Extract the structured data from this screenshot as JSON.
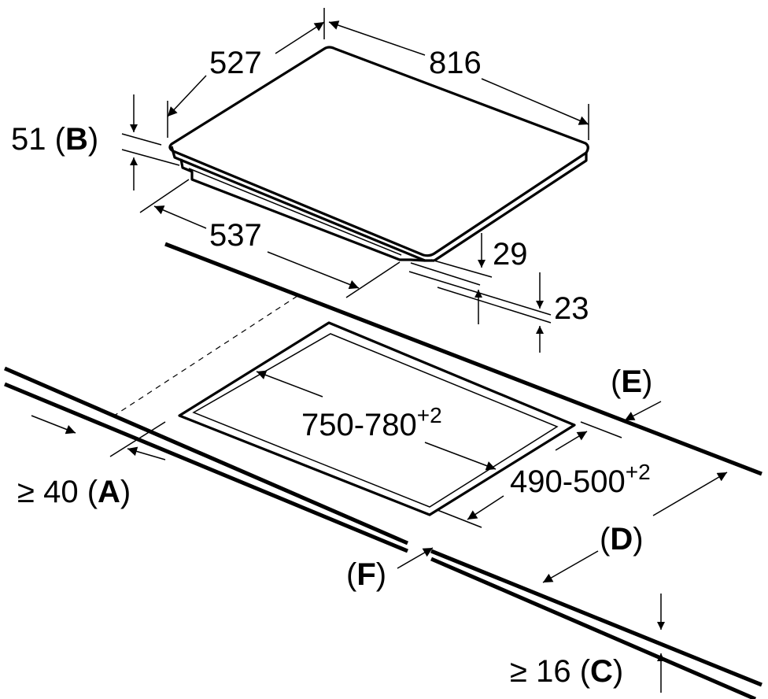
{
  "dimensions": {
    "hob_depth": "527",
    "hob_width": "816",
    "frame_height_value": "51",
    "frame_height_letter": "B",
    "base_depth": "537",
    "base_height": "29",
    "height_23": "23",
    "cutout_width": "750-780",
    "cutout_width_tol": "+2",
    "cutout_depth": "490-500",
    "cutout_depth_tol": "+2",
    "min_front_value": "≥ 40",
    "min_front_letter": "A",
    "min_wall_value": "≥ 16",
    "min_wall_letter": "C",
    "label_d": "D",
    "label_e": "E",
    "label_f": "F"
  },
  "colors": {
    "line": "#000000",
    "background": "#ffffff"
  }
}
